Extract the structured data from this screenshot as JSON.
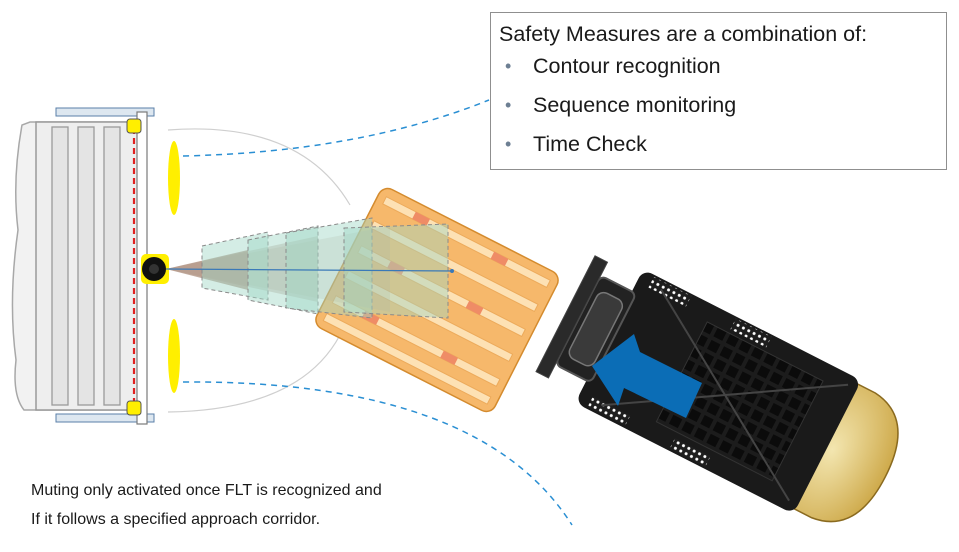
{
  "callout": {
    "title": "Safety Measures are a combination of:",
    "items": [
      "Contour recognition",
      "Sequence monitoring",
      "Time Check"
    ]
  },
  "note": {
    "line1": "Muting only activated once FLT is recognized and",
    "line2": "If it follows a specified approach corridor."
  },
  "colors": {
    "pallet": "#f6b86b",
    "pallet_slat": "#fde1b4",
    "pallet_block": "#ef8c66",
    "sensor_field_teal": "#9fd6c6",
    "sensor_field_brown": "#a98a78",
    "reflector_yellow": "#ffef00",
    "muting_line": "#e02020",
    "callout_line": "#2a8fd3",
    "arrow": "#0b6db6",
    "forklift_body": "#1a1a1a",
    "counterweight": "#d9b85a"
  }
}
